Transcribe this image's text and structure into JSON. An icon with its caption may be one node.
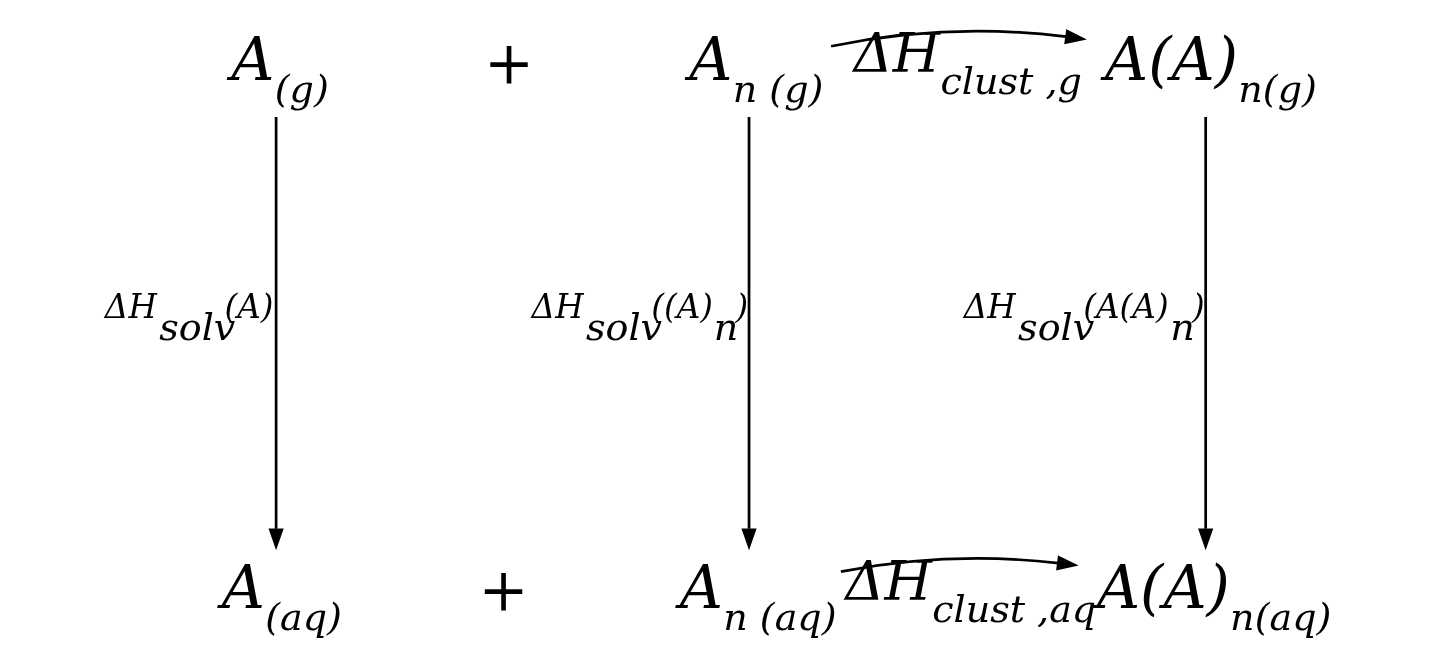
{
  "diagram": {
    "nodes": [
      {
        "text": [
          "A$_{(g)}$"
        ]
      },
      {
        "text": [
          "A$_{n (g)}$"
        ]
      },
      {
        "text": [
          "A(A)$_{n(g)}$"
        ]
      },
      {
        "text": [
          "A$_{(aq)}$"
        ]
      },
      {
        "text": [
          "A$_{n (aq)}$"
        ]
      },
      {
        "text": [
          "A(A)$_{n(aq)}$"
        ]
      }
    ],
    "edges": [
      {
        "from": 1,
        "to": 2,
        "arrow": "to",
        "label": "ΔH$_{clust ,g}$"
      },
      {
        "from": 0,
        "to": 3,
        "arrow": "to",
        "label": "ΔH$_{solv}$(A)"
      },
      {
        "from": 1,
        "to": 4,
        "arrow": "to",
        "label": "ΔH$_{solv}$((A)$_{n}$)"
      },
      {
        "from": 2,
        "to": 5,
        "arrow": "to",
        "label": "ΔH$_{solv}$(A(A)$_{n}$)"
      },
      {
        "from": 4,
        "to": 5,
        "arrow": "to",
        "label": "ΔH$_{clust ,aq}$"
      }
    ],
    "labels": [
      "+",
      "+"
    ]
  }
}
